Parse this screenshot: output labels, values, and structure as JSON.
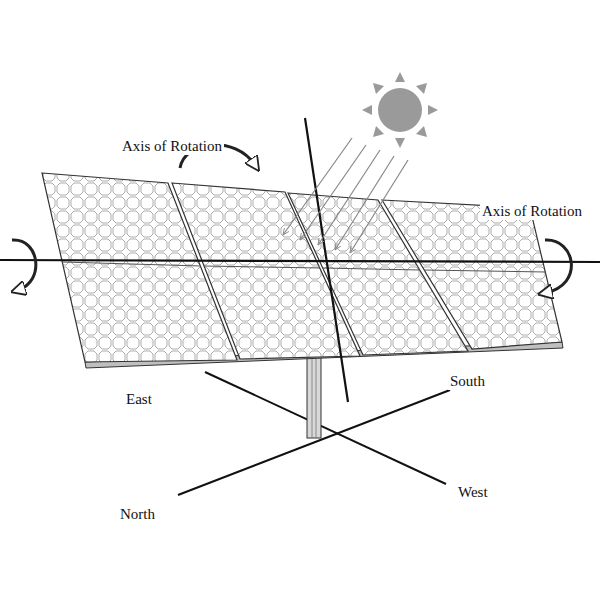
{
  "diagram": {
    "labels": [
      "Axis of Rotation",
      "Axis of Rotation",
      "East",
      "South",
      "North",
      "West"
    ]
  }
}
